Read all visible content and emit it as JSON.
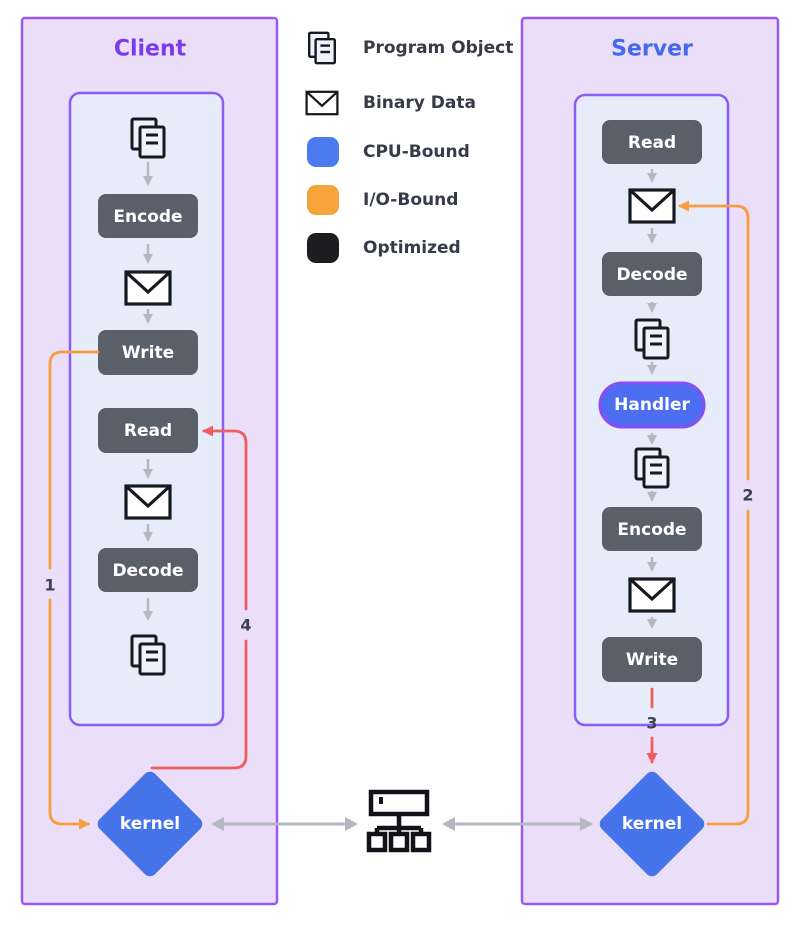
{
  "client": {
    "title": "Client",
    "boxes": {
      "encode": "Encode",
      "write": "Write",
      "read": "Read",
      "decode": "Decode"
    },
    "kernel": "kernel"
  },
  "server": {
    "title": "Server",
    "boxes": {
      "read": "Read",
      "decode": "Decode",
      "handler": "Handler",
      "encode": "Encode",
      "write": "Write"
    },
    "kernel": "kernel"
  },
  "legend": {
    "items": [
      {
        "icon": "program-object-icon",
        "label": "Program Object"
      },
      {
        "icon": "binary-data-icon",
        "label": "Binary Data"
      },
      {
        "icon": "cpu-bound-swatch",
        "label": "CPU-Bound",
        "color": "#4b7bec"
      },
      {
        "icon": "io-bound-swatch",
        "label": "I/O-Bound",
        "color": "#f7a33d"
      },
      {
        "icon": "optimized-swatch",
        "label": "Optimized",
        "color": "#1d1d21"
      }
    ]
  },
  "sequence_labels": {
    "one": "1",
    "two": "2",
    "three": "3",
    "four": "4"
  },
  "colors": {
    "client_title": "#7c3aed",
    "server_title": "#4468f0",
    "panel_fill": "#eadef8",
    "panel_border": "#9a59f2",
    "inner_fill": "#e7ecfb",
    "inner_border": "#8b5cf6",
    "step_box": "#5a6069",
    "kernel_fill": "#4573e9",
    "handler_fill": "#4d6ef0",
    "cpu_bound": "#4b7bec",
    "io_bound_path": "#f79c40",
    "red_path": "#ef5e5e",
    "gray_arrow": "#b5b8c0"
  }
}
